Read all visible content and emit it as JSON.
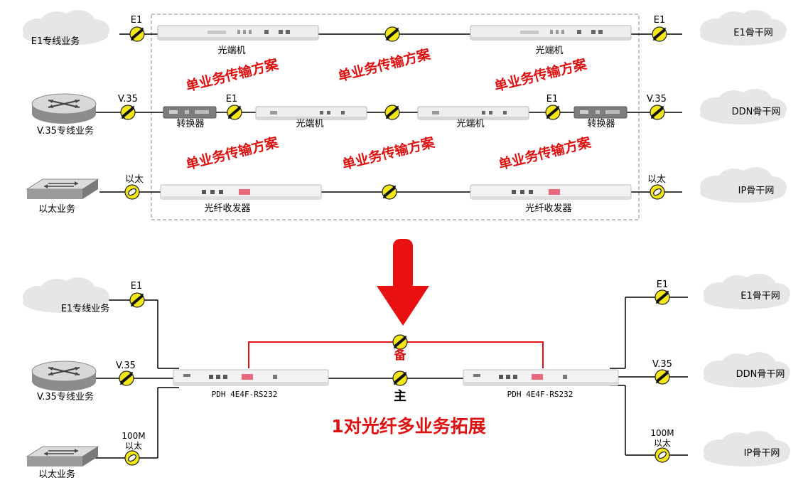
{
  "colors": {
    "fiber": "#000000",
    "backup_line": "#e01010",
    "slogan": "#e01010",
    "arrow": "#e81010",
    "connector_fill": "#f2e619",
    "cloud": "#e6e6e6",
    "device": "#eeeeee"
  },
  "top": {
    "rows": [
      {
        "left_service": "E1专线业务",
        "left_iface": "E1",
        "left_device": "光端机",
        "right_device": "光端机",
        "right_iface": "E1",
        "right_service": "E1骨干网"
      },
      {
        "left_service": "V.35专线业务",
        "left_iface": "V.35",
        "conv_left": "转换器",
        "mid_iface_left": "E1",
        "mid_device_left": "光端机",
        "mid_device_right": "光端机",
        "mid_iface_right": "E1",
        "conv_right": "转换器",
        "right_iface": "V.35",
        "right_service": "DDN骨干网"
      },
      {
        "left_service": "以太业务",
        "left_iface": "以太",
        "left_device": "光纤收发器",
        "right_device": "光纤收发器",
        "right_iface": "以太",
        "right_service": "IP骨干网"
      }
    ],
    "slogans": [
      "单业务传输方案",
      "单业务传输方案",
      "单业务传输方案",
      "单业务传输方案",
      "单业务传输方案",
      "单业务传输方案"
    ]
  },
  "bottom": {
    "left": [
      {
        "service": "E1专线业务",
        "iface": "E1"
      },
      {
        "service": "V.35专线业务",
        "iface": "V.35"
      },
      {
        "service": "以太业务",
        "iface_line1": "100M",
        "iface_line2": "以太"
      }
    ],
    "right": [
      {
        "service": "E1骨干网",
        "iface": "E1"
      },
      {
        "service": "DDN骨干网",
        "iface": "V.35"
      },
      {
        "service": "IP骨干网",
        "iface_line1": "100M",
        "iface_line2": "以太"
      }
    ],
    "device_left": "PDH 4E4F-RS232",
    "device_right": "PDH 4E4F-RS232",
    "backup_label": "备",
    "main_label": "主",
    "caption": "1对光纤多业务拓展"
  },
  "icons": {
    "cloud": "cloud-icon",
    "router": "router-icon",
    "switch": "switch-icon",
    "connector": "fiber-connector-icon",
    "arrow": "down-arrow-icon"
  }
}
